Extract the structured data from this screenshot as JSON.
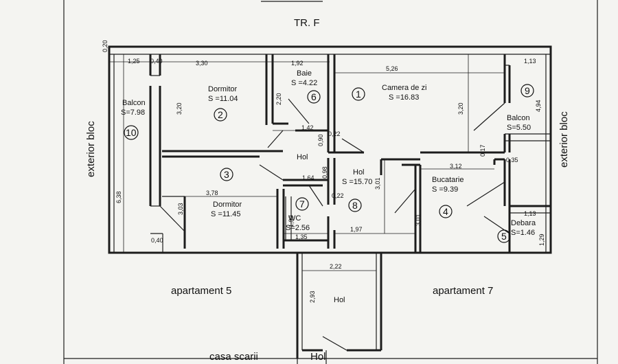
{
  "header": {
    "level_label": "TR. F"
  },
  "outside": {
    "left": "exterior bloc",
    "right": "exterior bloc",
    "apt_left": "apartament  5",
    "apt_right": "apartament  7",
    "stair": "casa scarii",
    "hol_bottom": "Hol"
  },
  "rooms": {
    "r1": {
      "num": "1",
      "name": "Camera de zi",
      "area": "S =16.83"
    },
    "r2": {
      "num": "2",
      "name": "Dormitor",
      "area": "S =11.04"
    },
    "r3": {
      "num": "3",
      "name": "",
      "area": ""
    },
    "r3b": {
      "name": "Dormitor",
      "area": "S =11.45"
    },
    "r4": {
      "num": "4",
      "name": "Bucatarie",
      "area": "S =9.39"
    },
    "r5": {
      "num": "5",
      "name": "Debara",
      "area": "S=1.46"
    },
    "r6": {
      "num": "6",
      "name": "Baie",
      "area": "S =4.22"
    },
    "r7": {
      "num": "7",
      "name": "WC",
      "area": "S=2.56"
    },
    "r8": {
      "num": "8",
      "name": "Hol",
      "area": "S =15.70"
    },
    "r9": {
      "num": "9",
      "name": "Balcon",
      "area": "S=5.50"
    },
    "r10": {
      "num": "10",
      "name": "Balcon",
      "area": "S=7.98"
    },
    "hol_small": "Hol",
    "hol_lower": "Hol"
  },
  "dims": {
    "d020": "0,20",
    "d125": "1,25",
    "d040a": "0,40",
    "d330": "3,30",
    "d192": "1,92",
    "d526": "5,26",
    "d113a": "1,13",
    "d220": "2,20",
    "d320a": "3,20",
    "d320b": "3,20",
    "d494": "4,94",
    "d142": "1,42",
    "d022a": "0,22",
    "d090": "0,90",
    "d017": "0,17",
    "d035": "0,35",
    "d098": "0,98",
    "d164": "1,64",
    "d312": "3,12",
    "d638": "6,38",
    "d378": "3,78",
    "d301a": "3,01",
    "d022b": "0,22",
    "d303": "3,03",
    "d190": "1,90",
    "d301b": "3,01",
    "d113b": "1,13",
    "d040b": "0,40",
    "d135": "1,35",
    "d197": "1,97",
    "d129": "1,29",
    "d222": "2,22",
    "d293": "2,93"
  }
}
